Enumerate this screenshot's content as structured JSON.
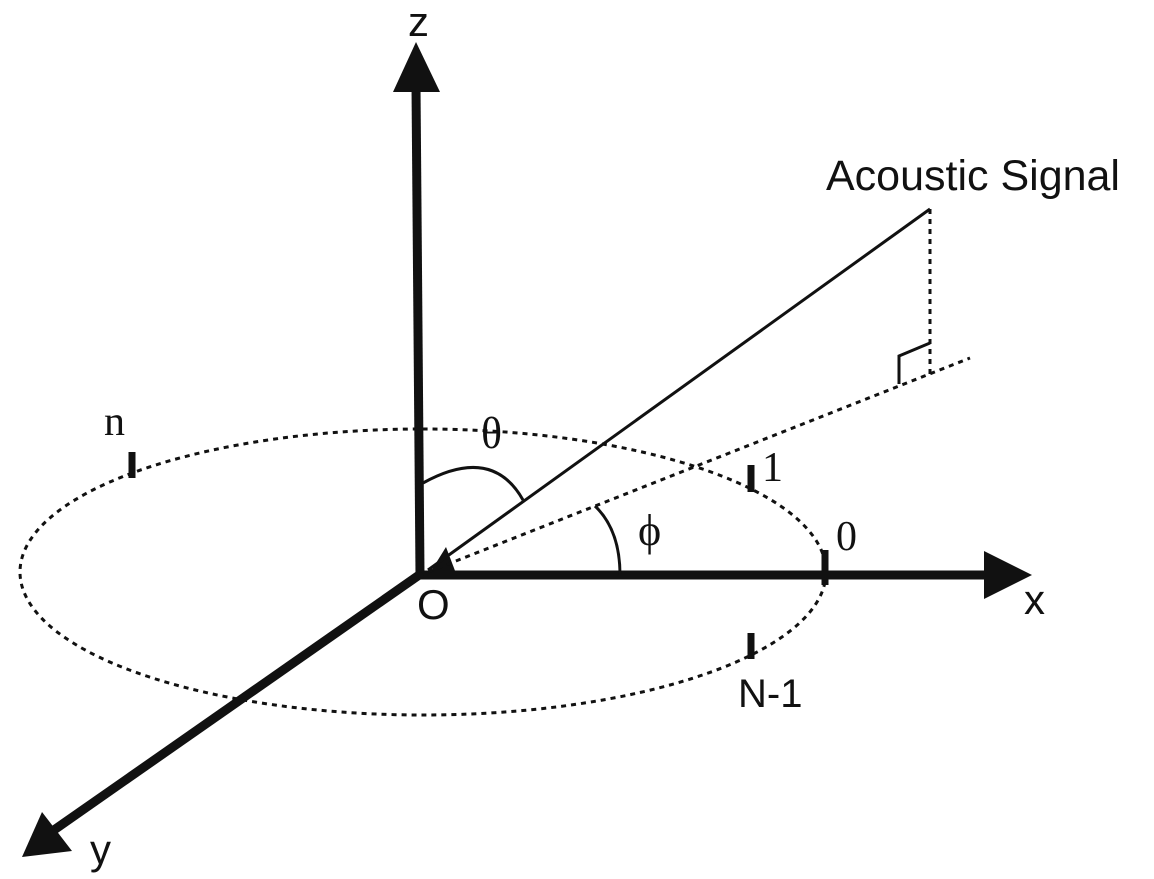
{
  "labels": {
    "z_axis": "z",
    "x_axis": "x",
    "y_axis": "y",
    "origin": "O",
    "signal": "Acoustic Signal",
    "theta": "θ",
    "phi": "ϕ",
    "element_n": "n",
    "element_1": "1",
    "element_0": "0",
    "element_n_minus_1": "N-1"
  }
}
